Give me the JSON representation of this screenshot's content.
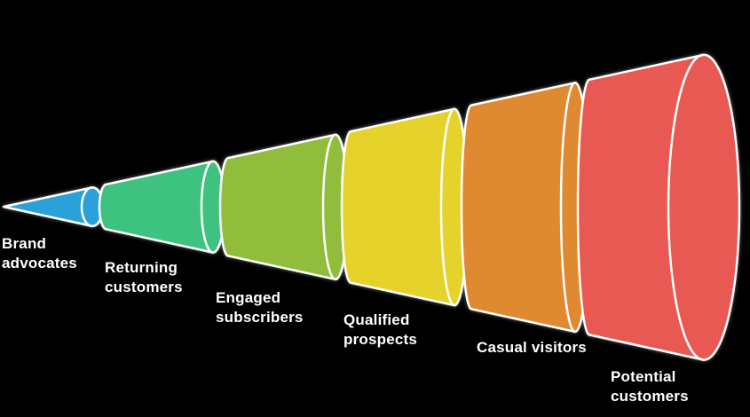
{
  "background_color": "#000000",
  "funnel": {
    "type": "horizontal-3d-funnel",
    "direction": "narrow-left-to-wide-right",
    "outline_color": "#FFFFFF",
    "label_color": "#FFFFFF",
    "segments": [
      {
        "id": "stage-1",
        "color": "#2BA1D9",
        "label": "Brand\nadvocates"
      },
      {
        "id": "stage-2",
        "color": "#3DC280",
        "label": "Returning\ncustomers"
      },
      {
        "id": "stage-3",
        "color": "#90BE3C",
        "label": "Engaged\nsubscribers"
      },
      {
        "id": "stage-4",
        "color": "#E5D32B",
        "label": "Qualified\nprospects"
      },
      {
        "id": "stage-5",
        "color": "#DF8A31",
        "label": "Casual visitors"
      },
      {
        "id": "stage-6",
        "color": "#E95954",
        "label": "Potential\ncustomers"
      }
    ]
  }
}
